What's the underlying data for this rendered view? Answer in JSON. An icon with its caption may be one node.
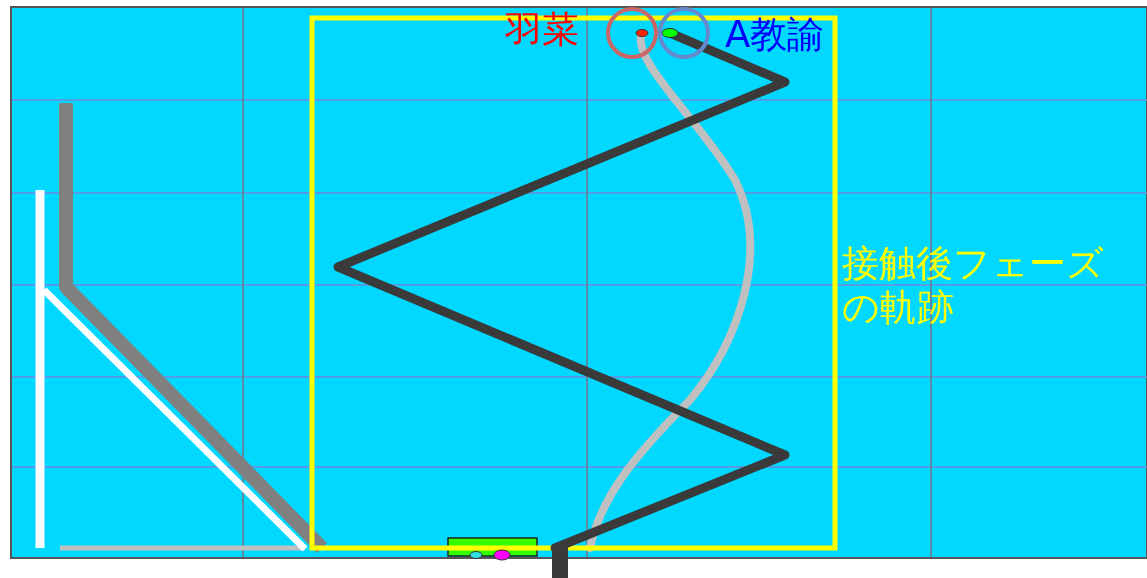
{
  "diagram": {
    "labels": [
      "羽菜",
      "A教諭",
      "接触後フェーズの軌跡"
    ]
  }
}
